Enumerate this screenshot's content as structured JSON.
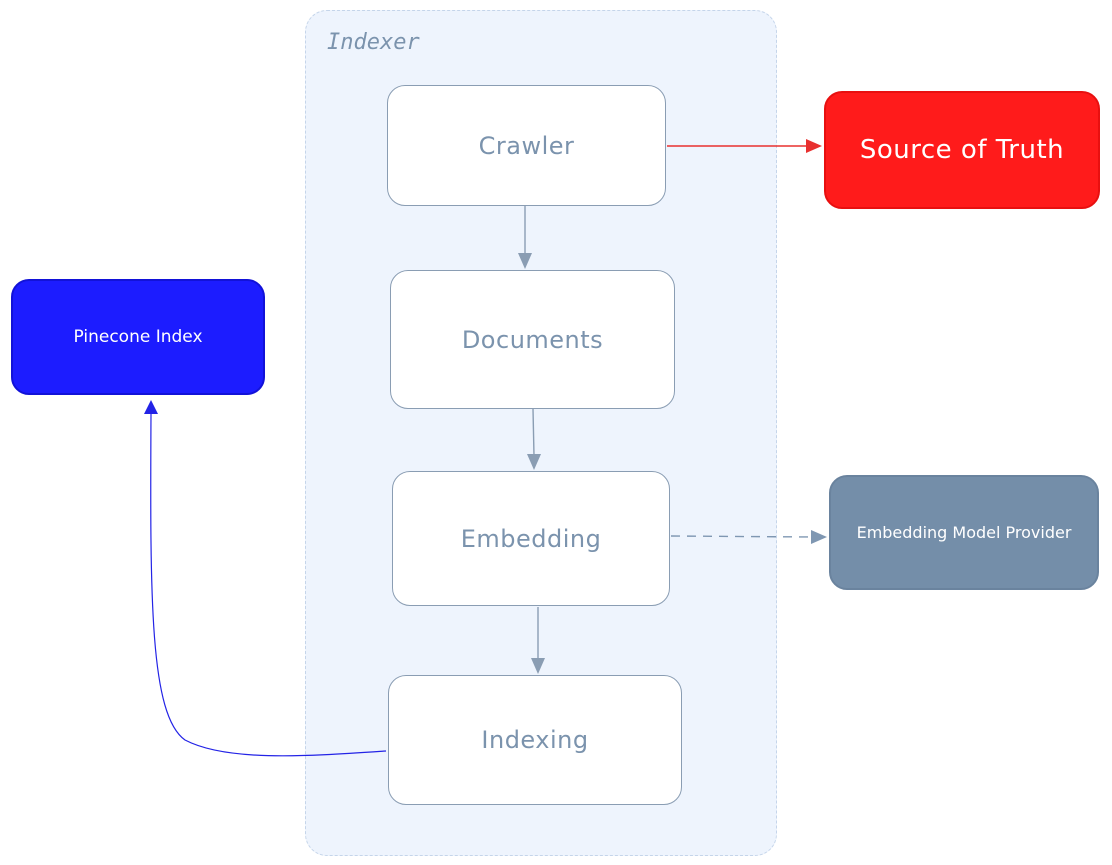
{
  "diagram": {
    "group": {
      "label": "Indexer"
    },
    "nodes": {
      "crawler": "Crawler",
      "documents": "Documents",
      "embedding": "Embedding",
      "indexing": "Indexing",
      "source": "Source of Truth",
      "pinecone": "Pinecone Index",
      "provider": "Embedding Model Provider"
    },
    "edges": [
      {
        "from": "Crawler",
        "to": "Source of Truth",
        "style": "solid",
        "color": "#e8302f"
      },
      {
        "from": "Crawler",
        "to": "Documents",
        "style": "solid",
        "color": "#8a9db3"
      },
      {
        "from": "Documents",
        "to": "Embedding",
        "style": "solid",
        "color": "#8a9db3"
      },
      {
        "from": "Embedding",
        "to": "Embedding Model Provider",
        "style": "dashed",
        "color": "#7f97b2"
      },
      {
        "from": "Embedding",
        "to": "Indexing",
        "style": "solid",
        "color": "#8a9db3"
      },
      {
        "from": "Indexing",
        "to": "Pinecone Index",
        "style": "solid",
        "color": "#2323e6"
      }
    ],
    "colors": {
      "group_fill": "#eef4fd",
      "step_text": "#7b93ad",
      "source_fill": "#ff1b1b",
      "pinecone_fill": "#1c1cff",
      "provider_fill": "#748ea9"
    }
  }
}
